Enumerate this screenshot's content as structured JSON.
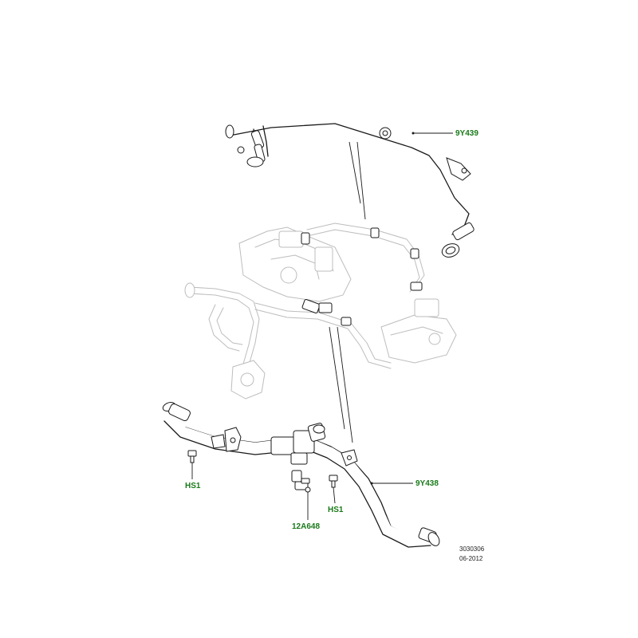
{
  "callouts": {
    "upper_hose": "9Y439",
    "lower_hose": "9Y438",
    "bolt_left": "HS1",
    "bolt_right": "HS1",
    "sensor": "12A648"
  },
  "reference": {
    "figure_number": "3030306",
    "date": "06-2012"
  },
  "colors": {
    "callout_text": "#1a7a1a",
    "line_art": "#1a1a1a",
    "ghost_line_art": "#bdbdbd",
    "background": "#ffffff"
  }
}
